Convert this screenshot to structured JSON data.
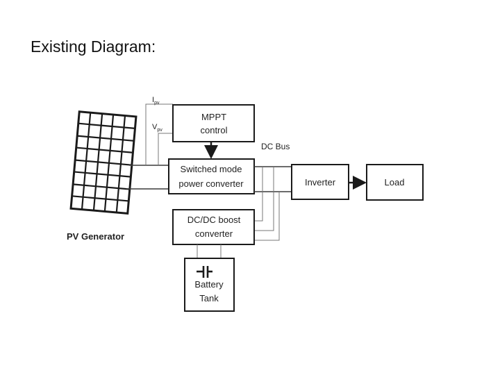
{
  "slide": {
    "title": "Existing Diagram:"
  },
  "diagram": {
    "signals": {
      "current": "I",
      "current_sub": "pv",
      "voltage": "V",
      "voltage_sub": "pv"
    },
    "mppt": {
      "line1": "MPPT",
      "line2": "control"
    },
    "converter": {
      "line1": "Switched mode",
      "line2": "power  converter"
    },
    "dcbus": "DC Bus",
    "inverter": "Inverter",
    "load": "Load",
    "boost": {
      "line1": "DC/DC boost",
      "line2": "converter"
    },
    "battery": {
      "line1": "Battery",
      "line2": "Tank"
    },
    "pv_label": "PV Generator"
  }
}
